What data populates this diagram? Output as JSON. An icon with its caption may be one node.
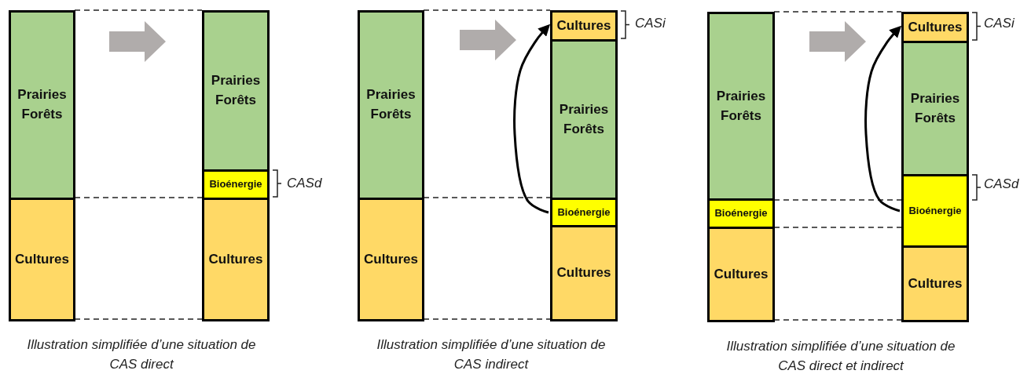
{
  "diagram": {
    "nodes": [
      {
        "text": [
          "Prairies Forêts"
        ]
      },
      {
        "text": [
          "Cultures"
        ]
      },
      {
        "text": [
          "Prairies Forêts"
        ]
      },
      {
        "text": [
          "Bioénergie"
        ]
      },
      {
        "text": [
          "Cultures"
        ]
      },
      {
        "text": [
          "Prairies Forêts"
        ]
      },
      {
        "text": [
          "Cultures"
        ]
      },
      {
        "text": [
          "Cultures"
        ]
      },
      {
        "text": [
          "Prairies Forêts"
        ]
      },
      {
        "text": [
          "Bioénergie"
        ]
      },
      {
        "text": [
          "Cultures"
        ]
      },
      {
        "text": [
          "Prairies Forêts"
        ]
      },
      {
        "text": [
          "Bioénergie"
        ]
      },
      {
        "text": [
          "Cultures"
        ]
      },
      {
        "text": [
          "Cultures"
        ]
      },
      {
        "text": [
          "Prairies Forêts"
        ]
      },
      {
        "text": [
          "Bioénergie"
        ]
      },
      {
        "text": [
          "Cultures"
        ]
      }
    ],
    "edges": [
      {
        "from": 9,
        "to": 7,
        "arrow": "to"
      },
      {
        "from": 16,
        "to": 14,
        "arrow": "to"
      }
    ],
    "labels": [
      "CASd",
      "Illustration simplifiée d’une situation de CAS direct",
      "CASi",
      "Illustration simplifiée d’une situation de CAS indirect",
      "CASi",
      "CASd",
      "Illustration simplifiée d’une situation de CAS direct et indirect"
    ]
  }
}
